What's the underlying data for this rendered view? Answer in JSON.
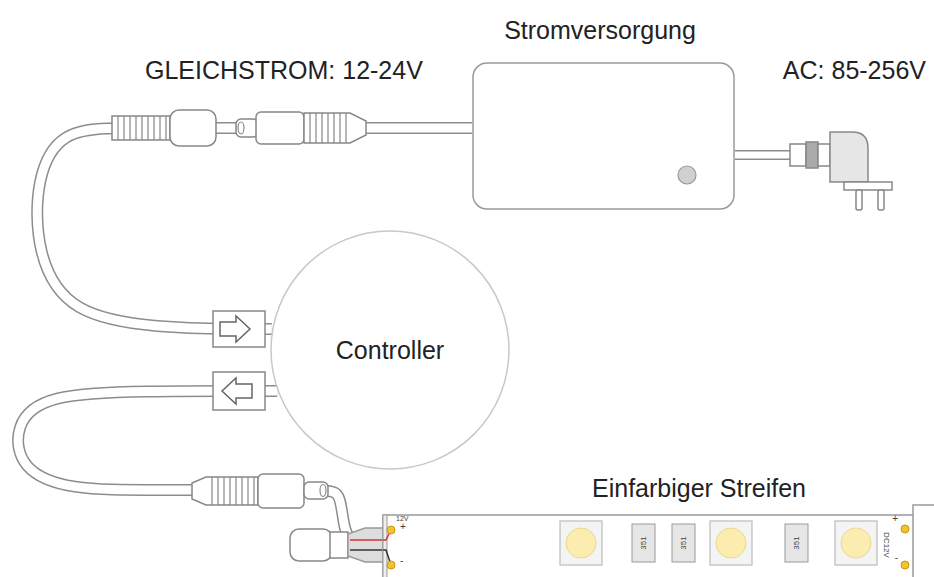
{
  "diagram": {
    "nodes": [
      {
        "text": [
          "Stromversorgung"
        ]
      },
      {
        "text": [
          "Controller"
        ]
      },
      {
        "text": [
          "Einfarbiger Streifen"
        ]
      }
    ],
    "edges": [
      {
        "from": 0,
        "to": 1,
        "arrow": "none"
      },
      {
        "from": 1,
        "to": 2,
        "arrow": "none"
      }
    ],
    "labels": [
      "GLEICHSTROM: 12-24V",
      "AC: 85-256V",
      "12V",
      "+",
      "-",
      "351",
      "351",
      "351",
      "DC12V",
      "+",
      "-"
    ]
  }
}
